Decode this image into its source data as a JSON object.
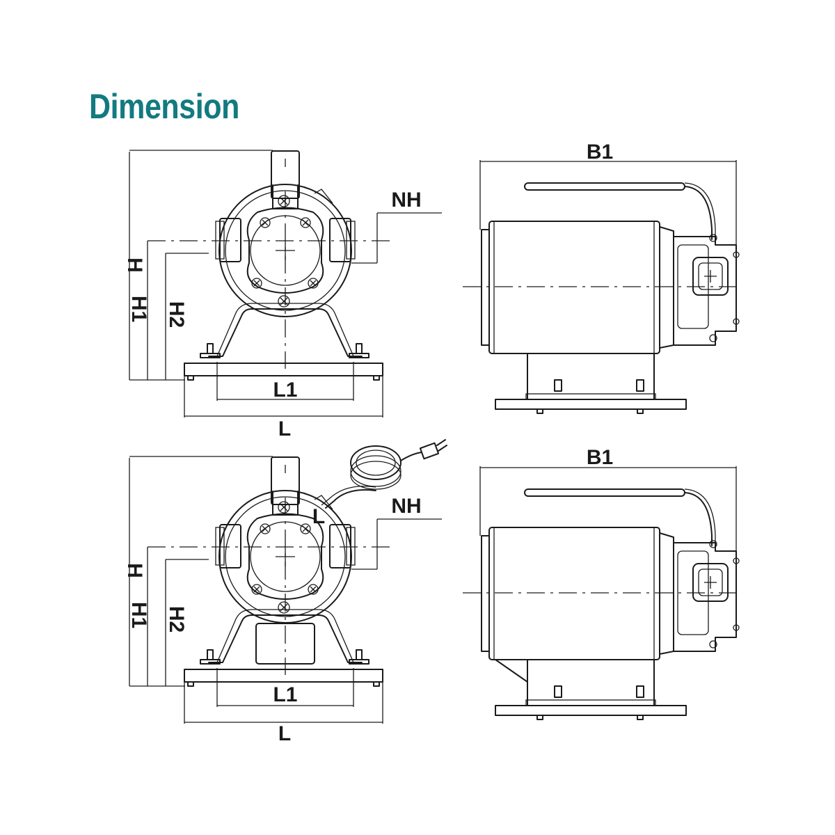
{
  "title": "Dimension",
  "colors": {
    "title": "#127a80",
    "line": "#1a1a1a",
    "background": "#ffffff"
  },
  "labels": {
    "height": "H",
    "height1": "H1",
    "height2": "H2",
    "nozzle_height": "NH",
    "length": "L",
    "length1": "L1",
    "width": "B1",
    "cable_tag": "L"
  }
}
